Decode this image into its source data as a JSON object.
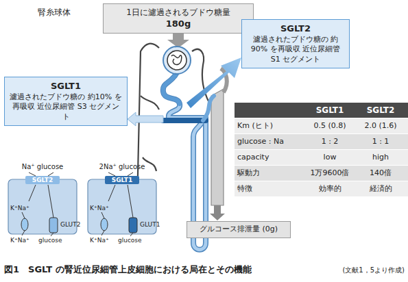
{
  "diagram": {
    "caption": "図1　SGLT の腎近位尿細管上皮細胞における局在とその機能",
    "nodes": [
      {
        "text": [
          "1日に濾過されるブドウ糖量",
          "180g"
        ]
      },
      {
        "text": [
          "SGLT2",
          "濾過されたブドウ糖の 約90% を再吸収 近位尿細管 S1 セグメント"
        ]
      },
      {
        "text": [
          "SGLT1",
          "濾過されたブドウ糖の 約10% を再吸収 近位尿細管 S3 セグメント"
        ]
      },
      {
        "text": [
          "Na⁺ glucose",
          "SGLT2",
          "K⁺Na⁺",
          "K⁺Na⁺",
          "GLUT2",
          "glucose"
        ]
      },
      {
        "text": [
          "2Na⁺ glucose",
          "SGLT1",
          "K⁺Na⁺",
          "K⁺Na⁺",
          "GLUT1",
          "glucose"
        ]
      },
      {
        "text": [
          "グルコース排泄量 (0g)"
        ]
      }
    ],
    "labels": [
      "腎糸球体",
      "SGLT1",
      "SGLT2",
      "Km (ヒト)",
      "0.5 (0.8)",
      "2.0 (1.6)",
      "glucose : Na",
      "1 : 2",
      "1 : 1",
      "capacity",
      "low",
      "high",
      "駆動力",
      "1万9600倍",
      "140倍",
      "特徴",
      "効率的",
      "経済的",
      "(文献1，5より作成)"
    ]
  }
}
